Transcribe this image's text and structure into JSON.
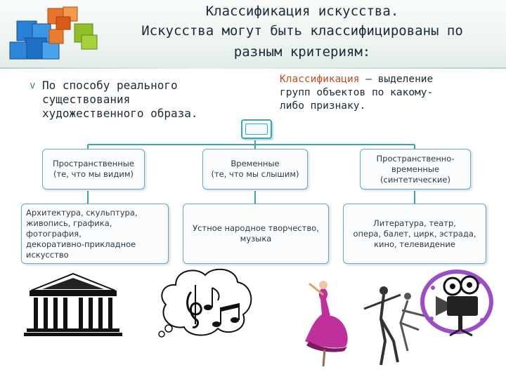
{
  "title": {
    "line1": "Классификация искусства.",
    "line2": "Искусства могут быть классифицированы по",
    "line3": "разным критериям:"
  },
  "bullet": {
    "marker": "v",
    "lines": [
      "По способу реального",
      "существования",
      "художественного образа."
    ]
  },
  "definition": {
    "term": "Классификация",
    "line1_rest": " – выделение",
    "line2": "групп объектов по какому-",
    "line3": "либо признаку."
  },
  "categories": [
    {
      "lines": [
        "Пространственные",
        "(те, что мы видим)"
      ],
      "examples": [
        "Архитектура, скульптура,",
        "живопись, графика,",
        "фотография,",
        "декоративно-прикладное",
        "искусство"
      ]
    },
    {
      "lines": [
        "Временные",
        "(те, что мы слышим)"
      ],
      "examples": [
        "Устное народное творчество,",
        "музыка"
      ]
    },
    {
      "lines": [
        "Пространственно-",
        "временные",
        "(синтетические)"
      ],
      "examples": [
        "Литература, театр,",
        "опера, балет, цирк, эстрада,",
        "кино, телевидение"
      ]
    }
  ],
  "colors": {
    "box_border": "#6aa6c6",
    "connector": "#39a7ad",
    "definition_term": "#c14e1f",
    "bullet_marker": "#2a8a82"
  },
  "icons": [
    "colored-cubes-icon",
    "classical-building-icon",
    "music-notes-icon",
    "dancers-icon",
    "film-camera-icon"
  ]
}
